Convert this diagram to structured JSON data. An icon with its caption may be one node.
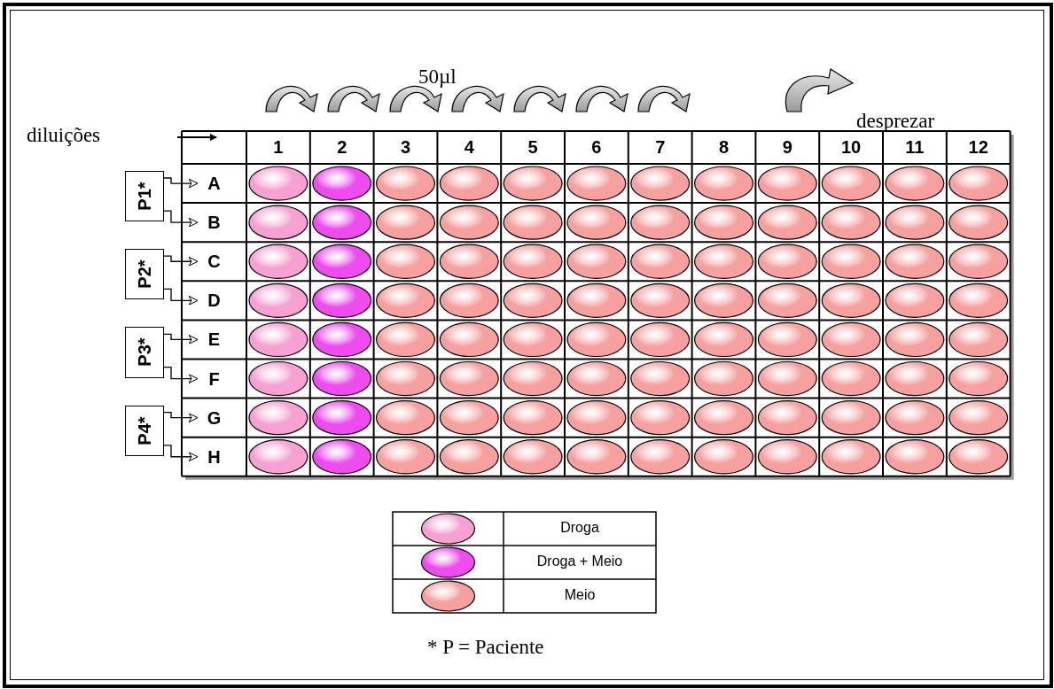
{
  "diagram": {
    "nodes": [
      {
        "text": [
          "A"
        ]
      },
      {
        "text": [
          "B"
        ]
      },
      {
        "text": [
          "C"
        ]
      },
      {
        "text": [
          "D"
        ]
      },
      {
        "text": [
          "E"
        ]
      },
      {
        "text": [
          "F"
        ]
      },
      {
        "text": [
          "G"
        ]
      },
      {
        "text": [
          "H"
        ]
      },
      {
        "text": [
          "P1*"
        ]
      },
      {
        "text": [
          "P2*"
        ]
      },
      {
        "text": [
          "P3*"
        ]
      },
      {
        "text": [
          "P4*"
        ]
      }
    ],
    "edges": [
      {
        "from": 8,
        "to": 0,
        "arrow": "to"
      },
      {
        "from": 8,
        "to": 1,
        "arrow": "to"
      },
      {
        "from": 9,
        "to": 2,
        "arrow": "to"
      },
      {
        "from": 9,
        "to": 3,
        "arrow": "to"
      },
      {
        "from": 10,
        "to": 4,
        "arrow": "to"
      },
      {
        "from": 10,
        "to": 5,
        "arrow": "to"
      },
      {
        "from": 11,
        "to": 6,
        "arrow": "to"
      },
      {
        "from": 11,
        "to": 7,
        "arrow": "to"
      }
    ],
    "labels": [
      "diluições",
      "50µl",
      "desprezar",
      "1",
      "2",
      "3",
      "4",
      "5",
      "6",
      "7",
      "8",
      "9",
      "10",
      "11",
      "12",
      "* P = Paciente"
    ],
    "legend": [
      {
        "text": "Droga",
        "color": "#f7a1d2"
      },
      {
        "text": "Droga + Meio",
        "color": "#ee4cee"
      },
      {
        "text": "Meio",
        "color": "#f7a0a0"
      }
    ]
  }
}
